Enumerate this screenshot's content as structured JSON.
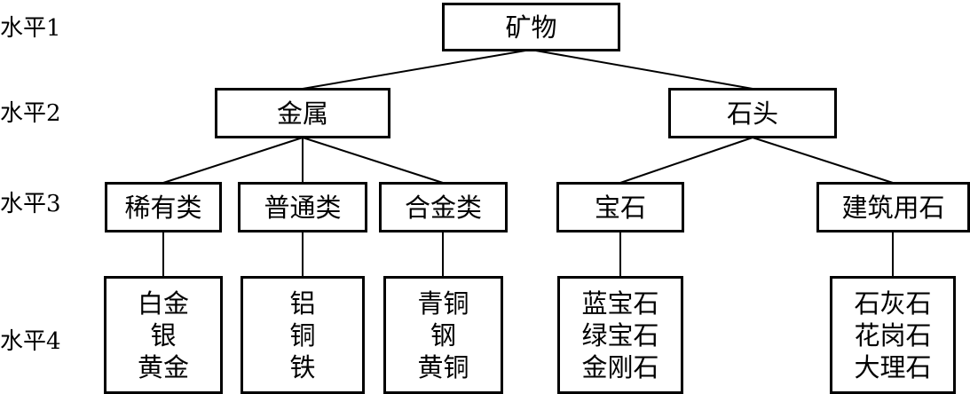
{
  "levels": [
    "水平1",
    "水平2",
    "水平3",
    "水平4"
  ],
  "root": "矿物",
  "l2": {
    "metal": "金属",
    "stone": "石头"
  },
  "l3": {
    "rare": "稀有类",
    "common": "普通类",
    "alloy": "合金类",
    "gem": "宝石",
    "building": "建筑用石"
  },
  "l4": {
    "rare": [
      "白金",
      "银",
      "黄金"
    ],
    "common": [
      "铝",
      "铜",
      "铁"
    ],
    "alloy": [
      "青铜",
      "钢",
      "黄铜"
    ],
    "gem": [
      "蓝宝石",
      "绿宝石",
      "金刚石"
    ],
    "building": [
      "石灰石",
      "花岗石",
      "大理石"
    ]
  }
}
